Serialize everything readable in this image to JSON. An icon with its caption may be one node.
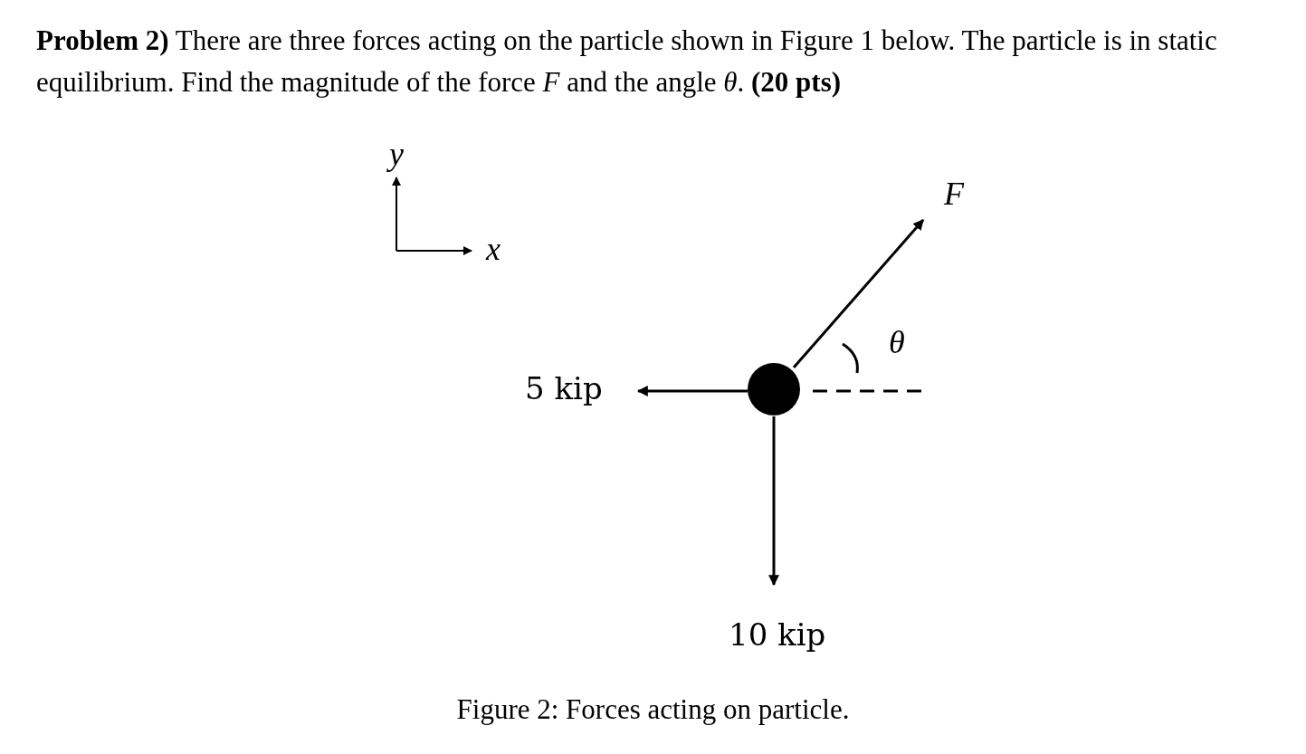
{
  "diagram": {
    "title": "**Problem 2)** There are three forces acting on the particle shown in Figure 1 below. The particle is in static equilibrium. Find the magnitude of the force *F* and the angle *θ*. **(20 pts)**",
    "caption": "Figure 2: Forces acting on particle.",
    "labels": [
      "y",
      "x",
      "F",
      "θ",
      "5 kip",
      "10 kip"
    ]
  }
}
